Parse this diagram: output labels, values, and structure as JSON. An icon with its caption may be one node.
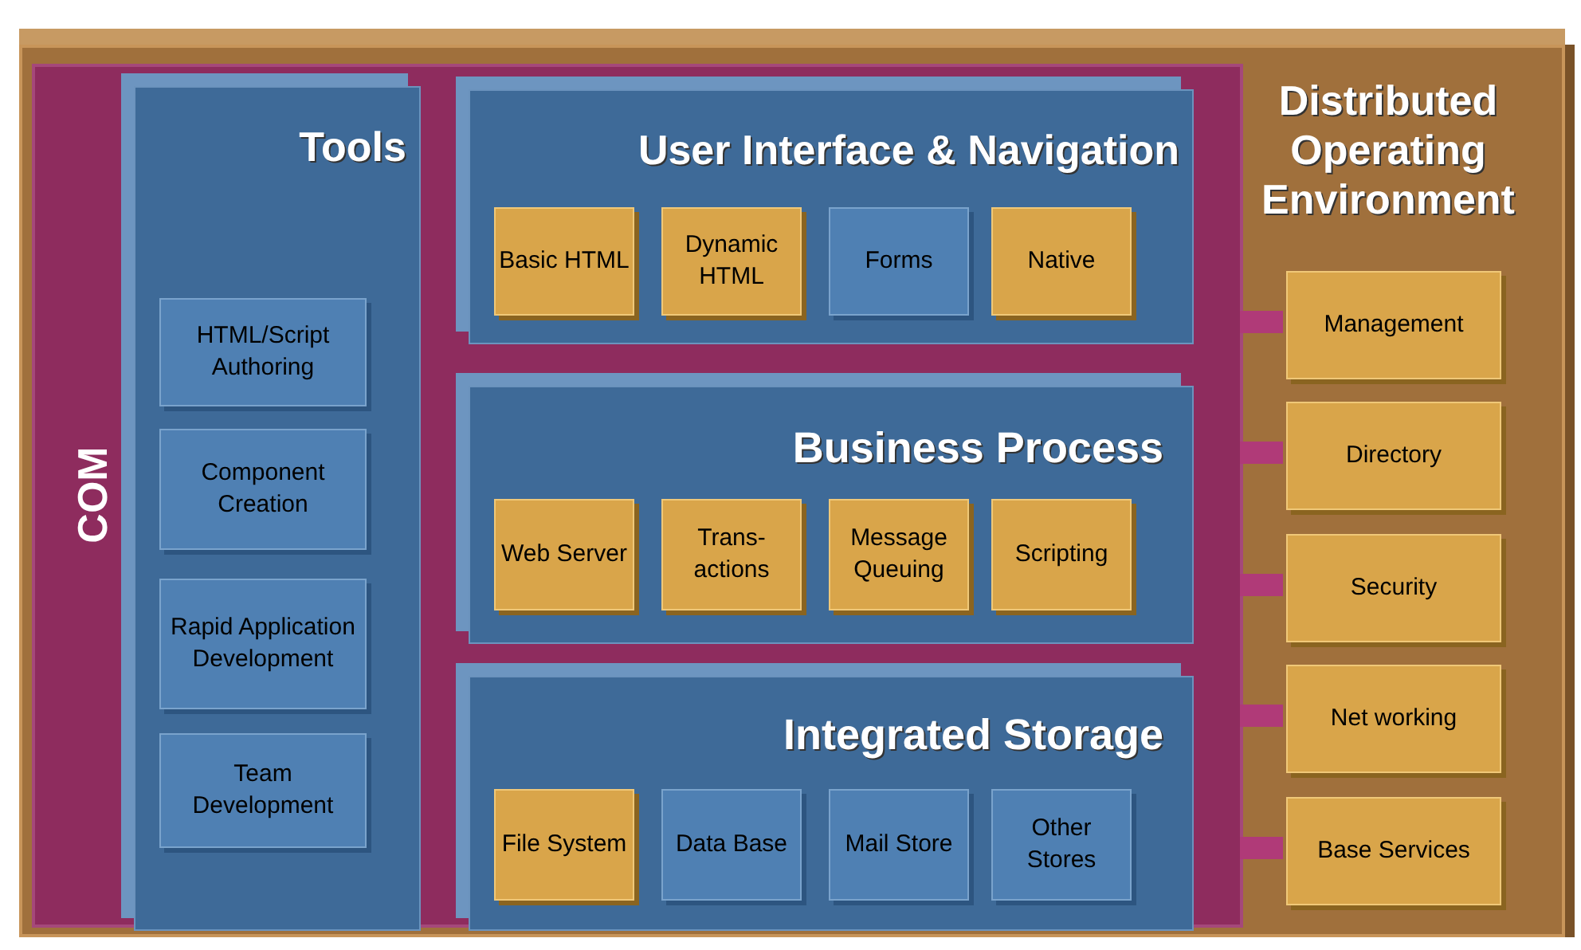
{
  "diagram": {
    "nodes": [
      {
        "text": [
          "Distributed Operating Environment"
        ]
      },
      {
        "text": [
          "COM"
        ],
        "in": 0
      },
      {
        "text": [
          "Tools"
        ],
        "in": 1
      },
      {
        "text": [
          "HTML/Script Authoring"
        ],
        "in": 2
      },
      {
        "text": [
          "Component Creation"
        ],
        "in": 2
      },
      {
        "text": [
          "Rapid Application Development"
        ],
        "in": 2
      },
      {
        "text": [
          "Team Development"
        ],
        "in": 2
      },
      {
        "text": [
          "User Interface & Navigation"
        ],
        "in": 1
      },
      {
        "text": [
          "Basic HTML"
        ],
        "in": 7
      },
      {
        "text": [
          "Dynamic HTML"
        ],
        "in": 7
      },
      {
        "text": [
          "Forms"
        ],
        "in": 7
      },
      {
        "text": [
          "Native"
        ],
        "in": 7
      },
      {
        "text": [
          "Business Process"
        ],
        "in": 1
      },
      {
        "text": [
          "Web Server"
        ],
        "in": 12
      },
      {
        "text": [
          "Trans- actions"
        ],
        "in": 12
      },
      {
        "text": [
          "Message Queuing"
        ],
        "in": 12
      },
      {
        "text": [
          "Scripting"
        ],
        "in": 12
      },
      {
        "text": [
          "Integrated Storage"
        ],
        "in": 1
      },
      {
        "text": [
          "File System"
        ],
        "in": 17
      },
      {
        "text": [
          "Data Base"
        ],
        "in": 17
      },
      {
        "text": [
          "Mail Store"
        ],
        "in": 17
      },
      {
        "text": [
          "Other Stores"
        ],
        "in": 17
      },
      {
        "text": [
          "Management"
        ],
        "in": 0
      },
      {
        "text": [
          "Directory"
        ],
        "in": 0
      },
      {
        "text": [
          "Security"
        ],
        "in": 0
      },
      {
        "text": [
          "Net working"
        ],
        "in": 0
      },
      {
        "text": [
          "Base Services"
        ],
        "in": 0
      }
    ],
    "edges": [
      {
        "from": 1,
        "to": 22,
        "arrow": "none"
      },
      {
        "from": 1,
        "to": 23,
        "arrow": "none"
      },
      {
        "from": 1,
        "to": 24,
        "arrow": "none"
      },
      {
        "from": 1,
        "to": 25,
        "arrow": "none"
      },
      {
        "from": 1,
        "to": 26,
        "arrow": "none"
      }
    ]
  }
}
